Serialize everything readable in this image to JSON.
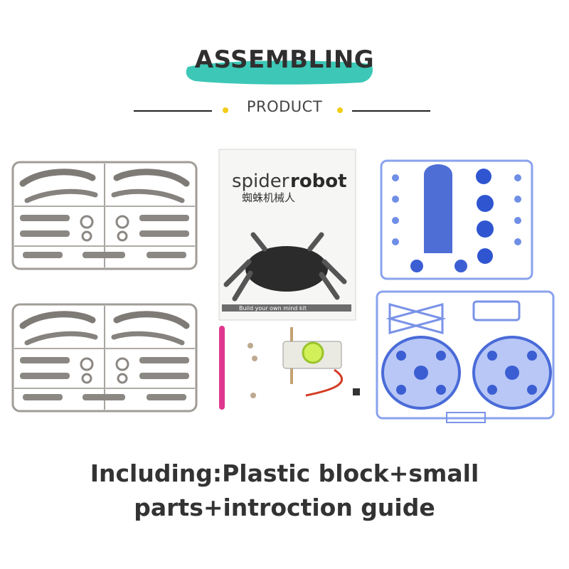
{
  "header": {
    "title": "ASSEMBLING",
    "subtitle": "PRODUCT",
    "accent_color": "#3cc7b6",
    "dot_color": "#f2cd18"
  },
  "booklet": {
    "brand_word1": "spider",
    "brand_word2": "robot",
    "chinese_title": "蜘蛛机械人",
    "footer_text": "Build your own mind kit"
  },
  "caption": {
    "line1": "Including:Plastic block+small",
    "line2": "parts+introction guide"
  }
}
